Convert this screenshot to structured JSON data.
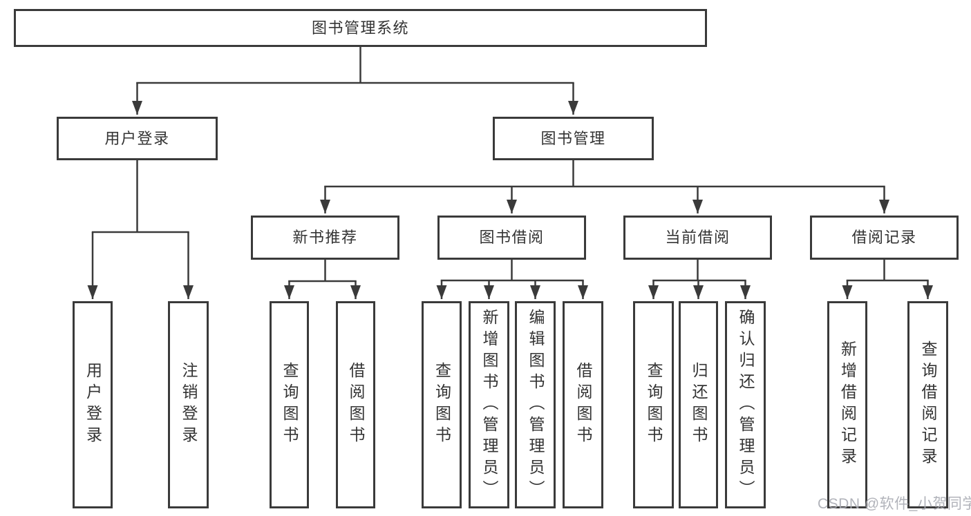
{
  "tree": {
    "label": "图书管理系统",
    "children": [
      {
        "label": "用户登录",
        "children": [
          {
            "label": "用户登录"
          },
          {
            "label": "注销登录"
          }
        ]
      },
      {
        "label": "图书管理",
        "children": [
          {
            "label": "新书推荐",
            "children": [
              {
                "label": "查询图书"
              },
              {
                "label": "借阅图书"
              }
            ]
          },
          {
            "label": "图书借阅",
            "children": [
              {
                "label": "查询图书"
              },
              {
                "label": "新增图书（管理员）"
              },
              {
                "label": "编辑图书（管理员）"
              },
              {
                "label": "借阅图书"
              }
            ]
          },
          {
            "label": "当前借阅",
            "children": [
              {
                "label": "查询图书"
              },
              {
                "label": "归还图书"
              },
              {
                "label": "确认归还（管理员）"
              }
            ]
          },
          {
            "label": "借阅记录",
            "children": [
              {
                "label": "新增借阅记录"
              },
              {
                "label": "查询借阅记录"
              }
            ]
          }
        ]
      }
    ]
  },
  "watermark": "CSDN @软件_小贺同学",
  "colors": {
    "line": "#3a3a3a",
    "text": "#333333",
    "background": "#ffffff",
    "watermark": "#a8abb3"
  }
}
